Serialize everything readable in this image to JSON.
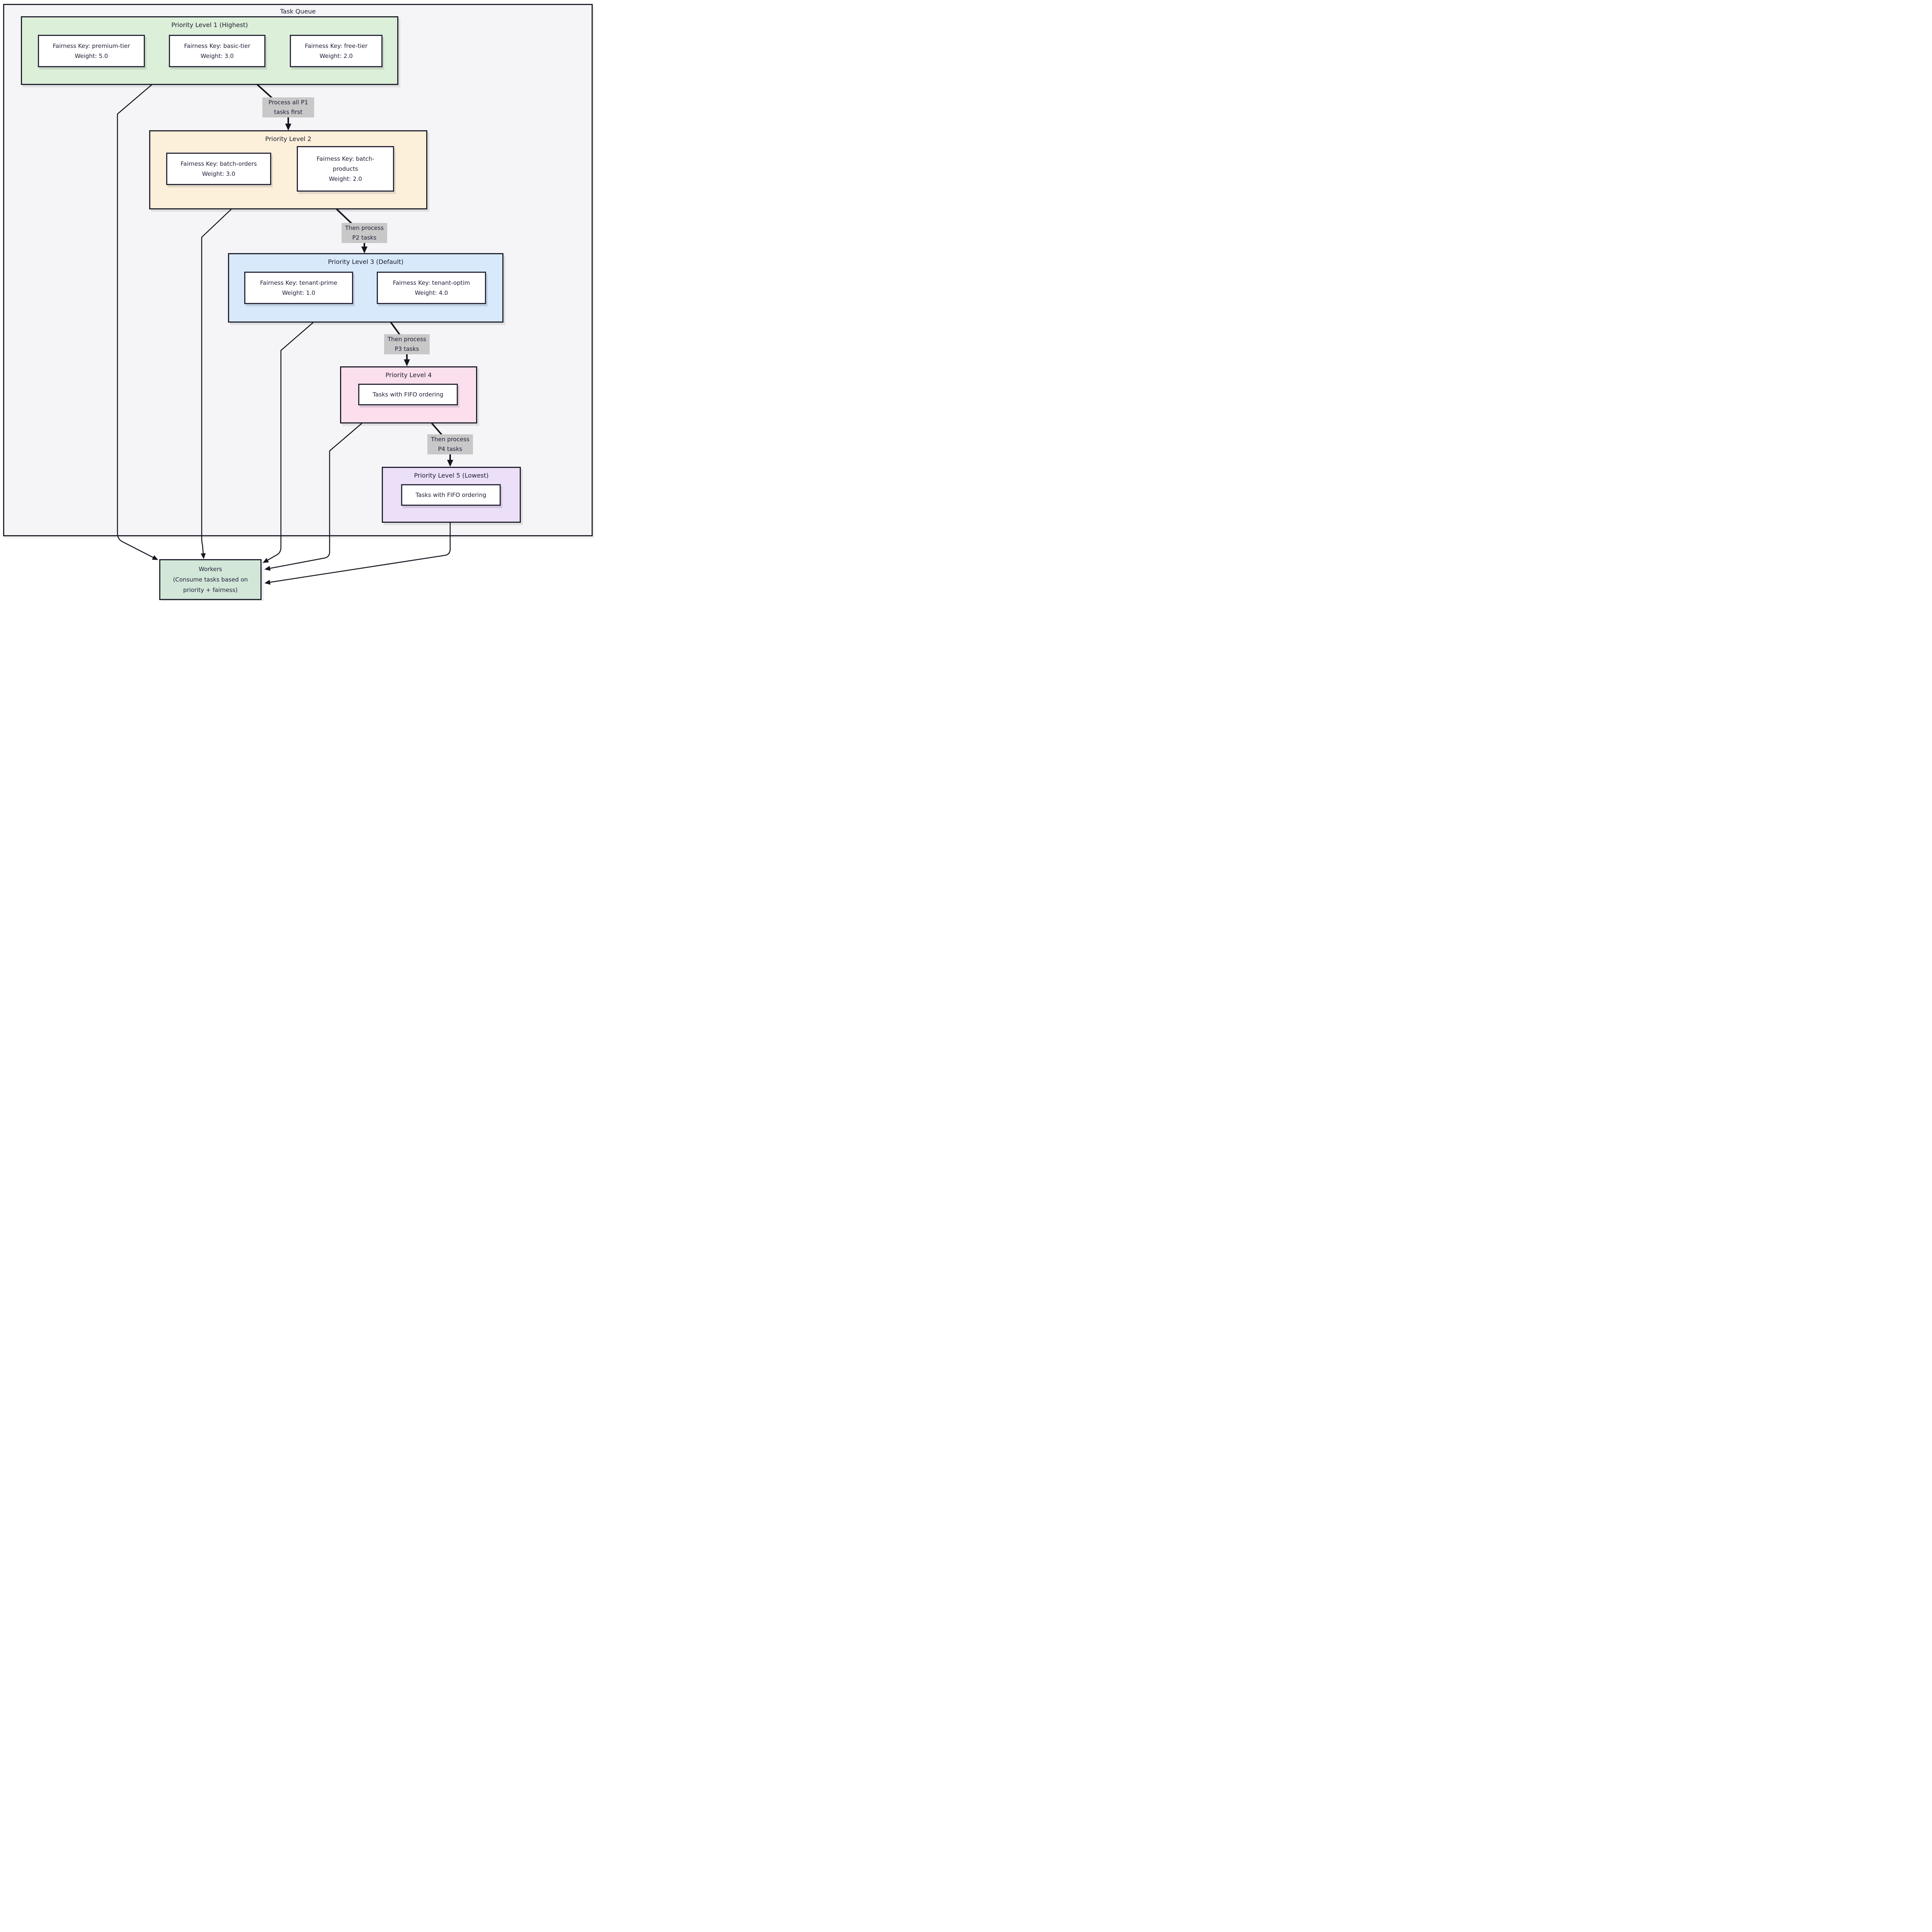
{
  "diagram": {
    "title": "Task Queue",
    "levels": [
      {
        "title": "Priority Level 1 (Highest)",
        "nodes": [
          {
            "lines": [
              "Fairness Key: premium-tier",
              "Weight: 5.0"
            ]
          },
          {
            "lines": [
              "Fairness Key: basic-tier",
              "Weight: 3.0"
            ]
          },
          {
            "lines": [
              "Fairness Key: free-tier",
              "Weight: 2.0"
            ]
          }
        ]
      },
      {
        "title": "Priority Level 2",
        "nodes": [
          {
            "lines": [
              "Fairness Key: batch-orders",
              "Weight: 3.0"
            ]
          },
          {
            "lines": [
              "Fairness Key: batch-",
              "products",
              "Weight: 2.0"
            ]
          }
        ]
      },
      {
        "title": "Priority Level 3 (Default)",
        "nodes": [
          {
            "lines": [
              "Fairness Key: tenant-prime",
              "Weight: 1.0"
            ]
          },
          {
            "lines": [
              "Fairness Key: tenant-optim",
              "Weight: 4.0"
            ]
          }
        ]
      },
      {
        "title": "Priority Level 4",
        "nodes": [
          {
            "lines": [
              "Tasks with FIFO ordering"
            ]
          }
        ]
      },
      {
        "title": "Priority Level 5 (Lowest)",
        "nodes": [
          {
            "lines": [
              "Tasks with FIFO ordering"
            ]
          }
        ]
      }
    ],
    "edges": [
      {
        "label_lines": [
          "Process all P1",
          "tasks first"
        ]
      },
      {
        "label_lines": [
          "Then process",
          "P2 tasks"
        ]
      },
      {
        "label_lines": [
          "Then process",
          "P3 tasks"
        ]
      },
      {
        "label_lines": [
          "Then process",
          "P4 tasks"
        ]
      }
    ],
    "workers": {
      "lines": [
        "Workers",
        "(Consume tasks based on",
        "priority + fairness)"
      ]
    },
    "colors": {
      "container_fill": "#f5f5f8",
      "level1_fill": "#dcefd9",
      "level2_fill": "#fdf0da",
      "level3_fill": "#d8e9fb",
      "level4_fill": "#fbdfec",
      "level5_fill": "#ecdff8",
      "workers_fill": "#d2e7d8",
      "node_fill": "#ffffff",
      "border": "#23232f",
      "text": "#21213a",
      "edge_label_bg": "#c8c8c8",
      "arrow": "#15151f"
    }
  }
}
